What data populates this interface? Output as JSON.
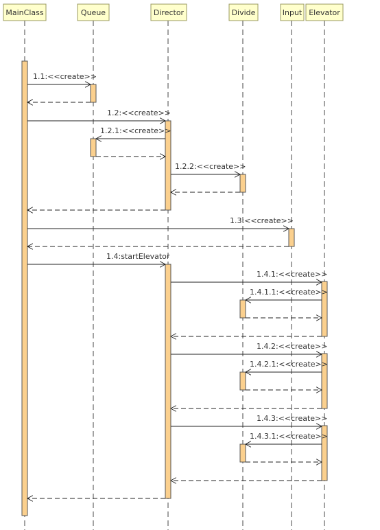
{
  "participants": [
    {
      "id": "mainclass",
      "name": "MainClass"
    },
    {
      "id": "queue",
      "name": "Queue"
    },
    {
      "id": "director",
      "name": "Director"
    },
    {
      "id": "divide",
      "name": "Divide"
    },
    {
      "id": "input",
      "name": "Input"
    },
    {
      "id": "elevator",
      "name": "Elevator"
    }
  ],
  "messages": [
    {
      "from": "mainclass",
      "to": "queue",
      "label": "1.1:<<create>>"
    },
    {
      "from": "queue",
      "to": "mainclass",
      "label": "",
      "return": true
    },
    {
      "from": "mainclass",
      "to": "director",
      "label": "1.2:<<create>>"
    },
    {
      "from": "director",
      "to": "queue",
      "label": "1.2.1:<<create>>"
    },
    {
      "from": "queue",
      "to": "director",
      "label": "",
      "return": true
    },
    {
      "from": "director",
      "to": "divide",
      "label": "1.2.2:<<create>>"
    },
    {
      "from": "divide",
      "to": "director",
      "label": "",
      "return": true
    },
    {
      "from": "director",
      "to": "mainclass",
      "label": "",
      "return": true
    },
    {
      "from": "mainclass",
      "to": "input",
      "label": "1.3:<<create>>"
    },
    {
      "from": "input",
      "to": "mainclass",
      "label": "",
      "return": true
    },
    {
      "from": "mainclass",
      "to": "director",
      "label": "1.4:startElevator"
    },
    {
      "from": "director",
      "to": "elevator",
      "label": "1.4.1:<<create>>"
    },
    {
      "from": "elevator",
      "to": "divide",
      "label": "1.4.1.1:<<create>>"
    },
    {
      "from": "divide",
      "to": "elevator",
      "label": "",
      "return": true
    },
    {
      "from": "elevator",
      "to": "director",
      "label": "",
      "return": true
    },
    {
      "from": "director",
      "to": "elevator",
      "label": "1.4.2:<<create>>"
    },
    {
      "from": "elevator",
      "to": "divide",
      "label": "1.4.2.1:<<create>>"
    },
    {
      "from": "divide",
      "to": "elevator",
      "label": "",
      "return": true
    },
    {
      "from": "elevator",
      "to": "director",
      "label": "",
      "return": true
    },
    {
      "from": "director",
      "to": "elevator",
      "label": "1.4.3:<<create>>"
    },
    {
      "from": "elevator",
      "to": "divide",
      "label": "1.4.3.1:<<create>>"
    },
    {
      "from": "divide",
      "to": "elevator",
      "label": "",
      "return": true
    },
    {
      "from": "elevator",
      "to": "director",
      "label": "",
      "return": true
    },
    {
      "from": "director",
      "to": "mainclass",
      "label": "",
      "return": true
    }
  ],
  "colors": {
    "header_fill": "#ffffcc",
    "activation_fill": "#fbd08e",
    "line": "#222222"
  }
}
